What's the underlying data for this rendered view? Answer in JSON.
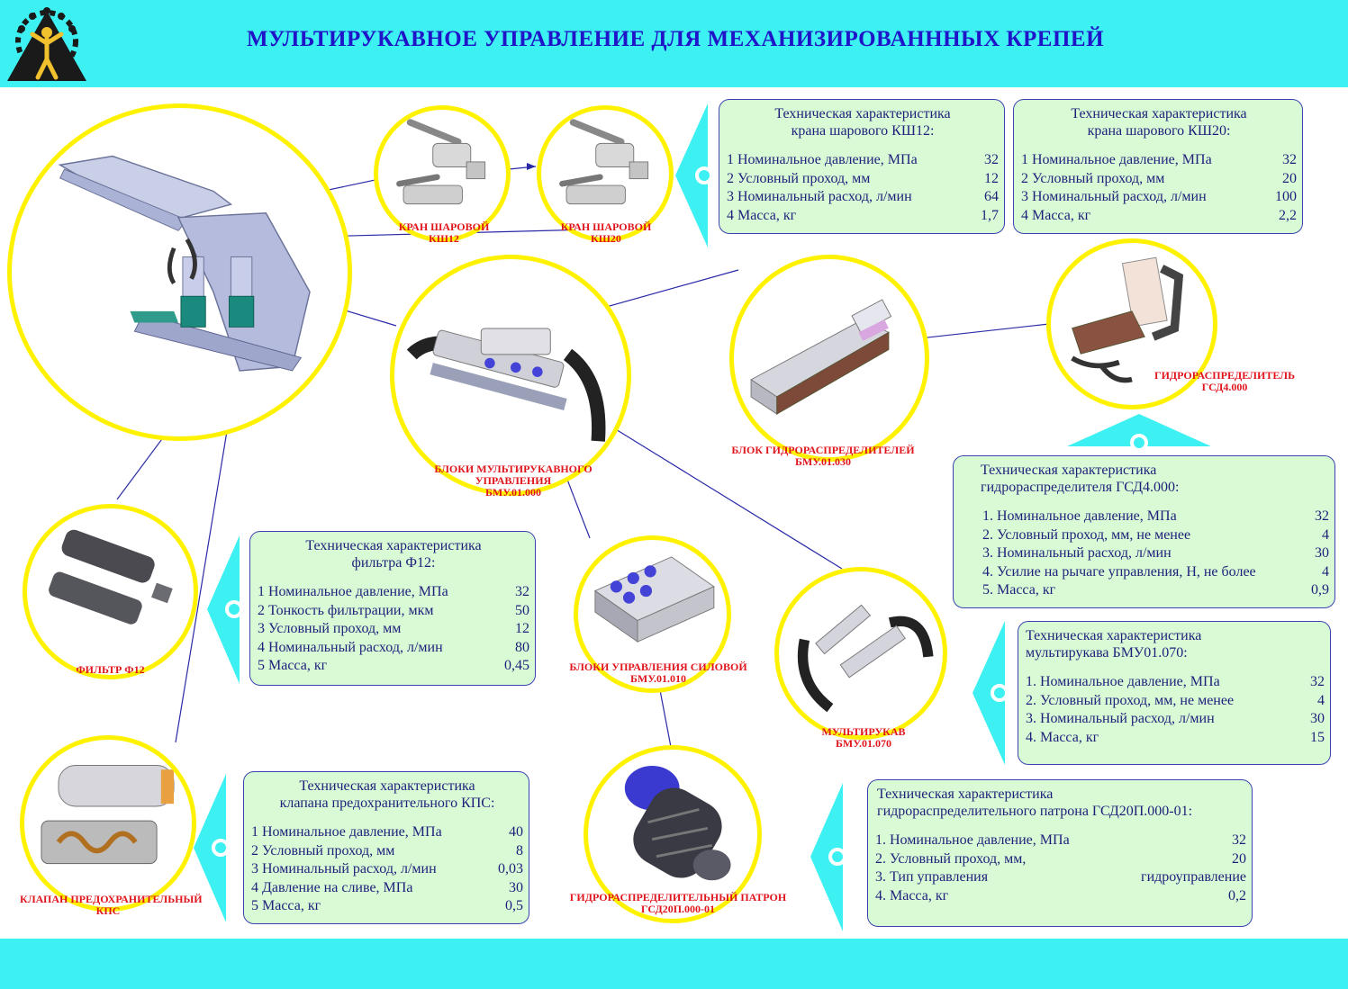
{
  "title": "МУЛЬТИРУКАВНОЕ  УПРАВЛЕНИЕ  ДЛЯ МЕХАНИЗИРОВАНННЫХ  КРЕПЕЙ",
  "labels": {
    "ksh12": [
      "КРАН ШАРОВОЙ",
      "КШ12"
    ],
    "ksh20": [
      "КРАН ШАРОВОЙ",
      "КШ20"
    ],
    "bmu01000": [
      "БЛОКИ МУЛЬТИРУКАВНОГО",
      "УПРАВЛЕНИЯ",
      "БМУ.01.000"
    ],
    "bmu01030": [
      "БЛОК ГИДРОРАСПРЕДЕЛИТЕЛЕЙ",
      "БМУ.01.030"
    ],
    "gsd4000": [
      "ГИДРОРАСПРЕДЕЛИТЕЛЬ",
      "ГСД4.000"
    ],
    "f12": [
      "ФИЛЬТР  Ф12"
    ],
    "bmu01010": [
      "БЛОКИ  УПРАВЛЕНИЯ СИЛОВОЙ",
      "БМУ.01.010"
    ],
    "bmu01070": [
      "МУЛЬТИРУКАВ",
      "БМУ.01.070"
    ],
    "kps": [
      "КЛАПАН ПРЕДОХРАНИТЕЛЬНЫЙ",
      "КПС"
    ],
    "gsd20": [
      "ГИДРОРАСПРЕДЕЛИТЕЛЬНЫЙ ПАТРОН",
      "ГСД20П.000-01"
    ]
  },
  "specs": {
    "ksh12": {
      "title": [
        "Техническая характеристика",
        "крана шарового КШ12:"
      ],
      "rows": [
        [
          "1 Номинальное давление, МПа",
          "32"
        ],
        [
          "2 Условный проход, мм",
          "12"
        ],
        [
          "3 Номинальный расход, л/мин",
          "64"
        ],
        [
          "4 Масса, кг",
          "1,7"
        ]
      ]
    },
    "ksh20": {
      "title": [
        "Техническая характеристика",
        "крана шарового КШ20:"
      ],
      "rows": [
        [
          "1 Номинальное давление, МПа",
          "32"
        ],
        [
          "2 Условный проход, мм",
          "20"
        ],
        [
          "3 Номинальный расход, л/мин",
          "100"
        ],
        [
          "4 Масса, кг",
          "2,2"
        ]
      ]
    },
    "gsd4000": {
      "title": [
        "Техническая характеристика",
        "гидрораспределителя ГСД4.000:"
      ],
      "rows": [
        [
          "1. Номинальное давление, МПа",
          "32"
        ],
        [
          "2. Условный проход, мм, не менее",
          "4"
        ],
        [
          "3. Номинальный расход, л/мин",
          "30"
        ],
        [
          "4. Усилие на рычаге управления, Н, не более",
          "4"
        ],
        [
          "5. Масса, кг",
          "0,9"
        ]
      ]
    },
    "f12": {
      "title": [
        "Техническая характеристика",
        "фильтра Ф12:"
      ],
      "rows": [
        [
          "1 Номинальное давление, МПа",
          "32"
        ],
        [
          "2 Тонкость фильтрации, мкм",
          "50"
        ],
        [
          "3 Условный проход, мм",
          "12"
        ],
        [
          "4 Номинальный расход, л/мин",
          "80"
        ],
        [
          "5 Масса, кг",
          "0,45"
        ]
      ]
    },
    "bmu01070": {
      "title": [
        "Техническая характеристика",
        "мультирукава БМУ01.070:"
      ],
      "rows": [
        [
          "1. Номинальное давление, МПа",
          "32"
        ],
        [
          "2. Условный проход, мм, не менее",
          "4"
        ],
        [
          "3. Номинальный расход, л/мин",
          "30"
        ],
        [
          "4. Масса, кг",
          "15"
        ]
      ]
    },
    "kps": {
      "title": [
        "Техническая характеристика",
        "клапана предохранительного КПС:"
      ],
      "rows": [
        [
          "1 Номинальное давление, МПа",
          "40"
        ],
        [
          "2 Условный проход, мм",
          "8"
        ],
        [
          "3 Номинальный расход, л/мин",
          "0,03"
        ],
        [
          "4 Давление на сливе, МПа",
          "30"
        ],
        [
          "5 Масса, кг",
          "0,5"
        ]
      ]
    },
    "gsd20": {
      "title": [
        "Техническая характеристика",
        "гидрораспределительного патрона ГСД20П.000-01:"
      ],
      "rows": [
        [
          "1. Номинальное давление, МПа",
          "32"
        ],
        [
          "2. Условный проход, мм,",
          "20"
        ],
        [
          "3. Тип управления",
          "гидроуправление"
        ],
        [
          "4. Масса, кг",
          "0,2"
        ]
      ]
    }
  },
  "colors": {
    "band": "#3df0f2",
    "circle": "#fff200",
    "label": "#e0161d",
    "title": "#1f14c8",
    "spec_bg": "#d8fbd6",
    "spec_border": "#3a43b0",
    "link": "#2a2aa8"
  }
}
